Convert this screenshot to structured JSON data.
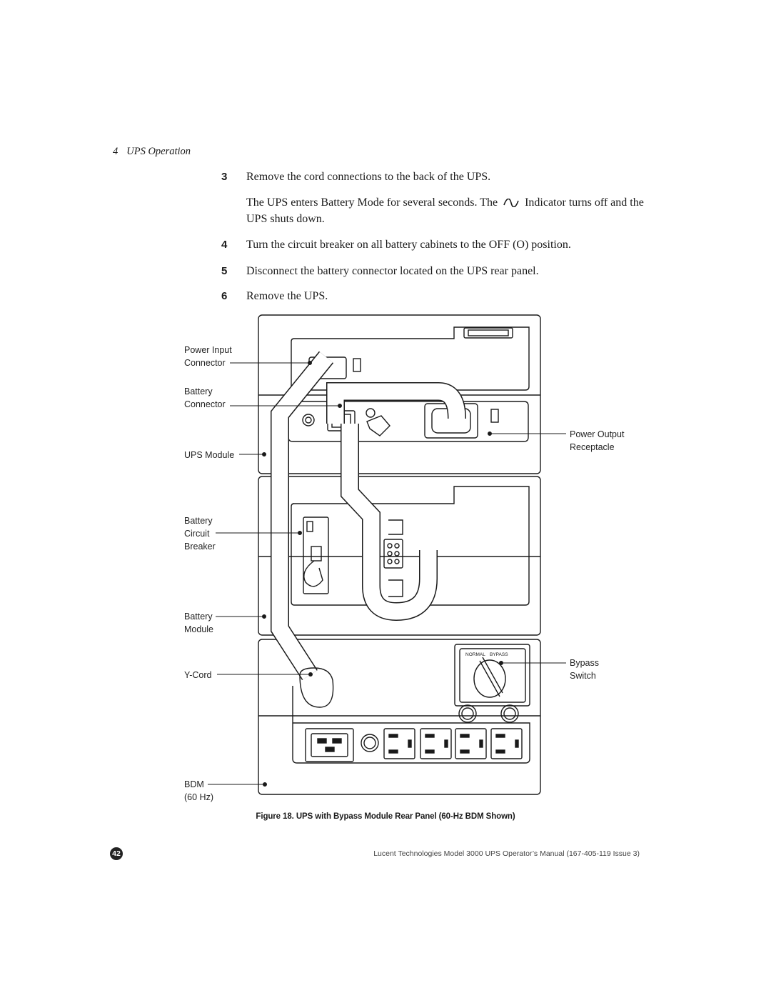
{
  "header": {
    "chapter_number": "4",
    "chapter_title": "UPS Operation"
  },
  "steps": [
    {
      "number": "3",
      "text": "Remove the cord connections to the back of the UPS."
    },
    {
      "number": "4",
      "text": "Turn the circuit breaker on all battery cabinets to the OFF (O) position."
    },
    {
      "number": "5",
      "text": "Disconnect the battery connector located on the UPS rear panel."
    },
    {
      "number": "6",
      "text": "Remove the UPS."
    }
  ],
  "note": {
    "before_icon": "The UPS enters Battery Mode for several seconds. The",
    "icon": "sine-wave-icon",
    "after_icon": "Indicator turns off and the UPS shuts down."
  },
  "figure": {
    "labels": {
      "power_input_1": "Power Input",
      "power_input_2": "Connector",
      "battery_connector_1": "Battery",
      "battery_connector_2": "Connector",
      "ups_module": "UPS Module",
      "battery_breaker_1": "Battery",
      "battery_breaker_2": "Circuit",
      "battery_breaker_3": "Breaker",
      "battery_module_1": "Battery",
      "battery_module_2": "Module",
      "y_cord": "Y-Cord",
      "bdm_1": "BDM",
      "bdm_2": "(60 Hz)",
      "power_output_1": "Power Output",
      "power_output_2": "Receptacle",
      "bypass_switch_1": "Bypass",
      "bypass_switch_2": "Switch",
      "switch_normal": "NORMAL",
      "switch_bypass": "BYPASS"
    },
    "caption": "Figure 18. UPS with Bypass Module Rear Panel (60-Hz BDM Shown)"
  },
  "footer": {
    "page_number": "42",
    "manual": "Lucent Technologies Model 3000 UPS Operator’s Manual (167-405-119 Issue 3)"
  }
}
